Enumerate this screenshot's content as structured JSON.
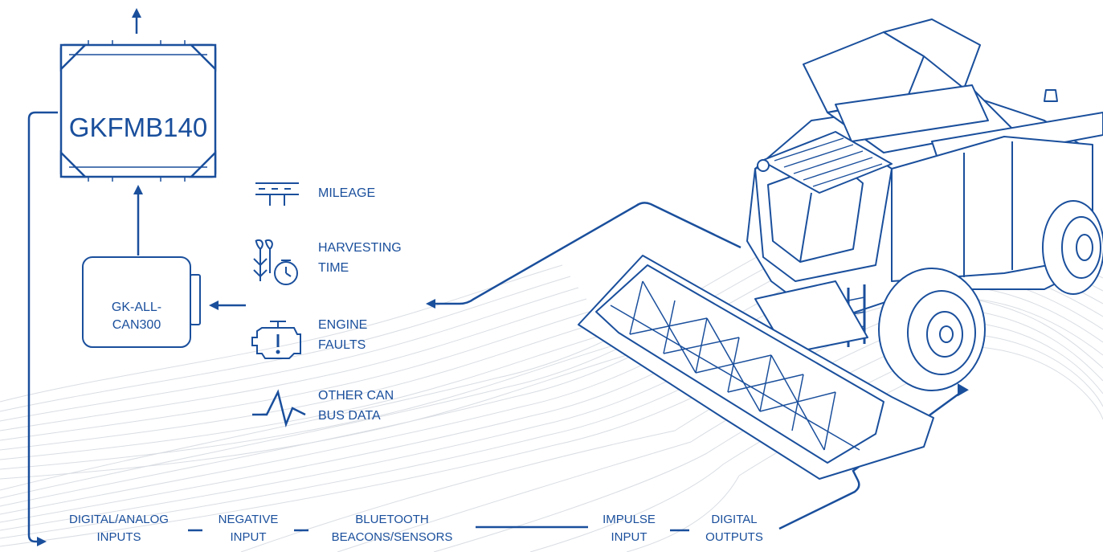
{
  "colors": {
    "primary": "#1a4f9c",
    "terrain": "#d9dde3",
    "background": "#ffffff"
  },
  "tracker": {
    "name": "GKFMB140"
  },
  "can_adapter": {
    "name": "GK-ALL-\nCAN300"
  },
  "data_items": [
    {
      "icon": "road-mileage-icon",
      "label": "MILEAGE"
    },
    {
      "icon": "crop-clock-icon",
      "label": "HARVESTING\nTIME"
    },
    {
      "icon": "engine-fault-icon",
      "label": "ENGINE\nFAULTS"
    },
    {
      "icon": "pulse-wave-icon",
      "label": "OTHER CAN\nBUS DATA"
    }
  ],
  "inputs": [
    {
      "label": "DIGITAL/ANALOG\nINPUTS"
    },
    {
      "label": "NEGATIVE\nINPUT"
    },
    {
      "label": "BLUETOOTH\nBEACONS/SENSORS"
    },
    {
      "label": "IMPULSE\nINPUT"
    },
    {
      "label": "DIGITAL\nOUTPUTS"
    }
  ],
  "vehicle": {
    "icon": "combine-harvester-illustration"
  }
}
